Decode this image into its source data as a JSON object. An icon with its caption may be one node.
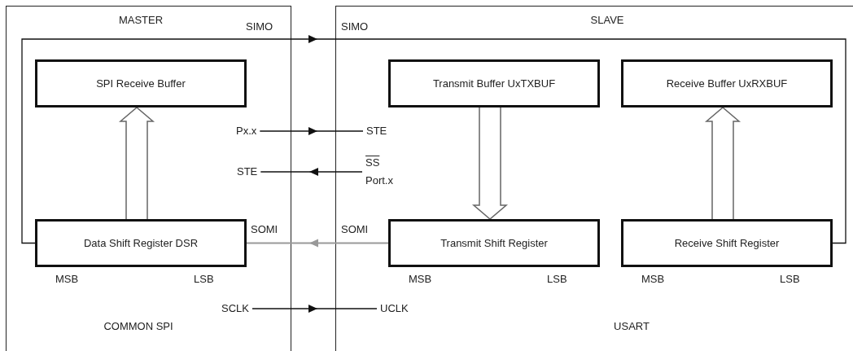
{
  "diagram": {
    "nodes": [
      {
        "text": [
          "MASTER",
          "COMMON SPI"
        ]
      },
      {
        "text": [
          "SLAVE",
          "USART"
        ]
      },
      {
        "text": [
          "SPI Receive Buffer"
        ],
        "in": 0
      },
      {
        "text": [
          "Data Shift Register DSR"
        ],
        "in": 0,
        "beside": [
          "MSB",
          "LSB"
        ]
      },
      {
        "text": [
          "Transmit Buffer UxTXBUF"
        ],
        "in": 1
      },
      {
        "text": [
          "Receive Buffer UxRXBUF"
        ],
        "in": 1
      },
      {
        "text": [
          "Transmit Shift Register"
        ],
        "in": 1,
        "beside": [
          "MSB",
          "LSB"
        ]
      },
      {
        "text": [
          "Receive Shift Register"
        ],
        "in": 1,
        "beside": [
          "MSB",
          "LSB"
        ]
      },
      {
        "text": [
          "Px.x"
        ],
        "in": 0
      },
      {
        "text": [
          "STE"
        ],
        "in": 1
      },
      {
        "text": [
          "STE"
        ],
        "in": 0
      },
      {
        "text": [
          "SS",
          "Port.x"
        ],
        "in": 1
      },
      {
        "text": [
          "SCLK"
        ],
        "in": 0
      },
      {
        "text": [
          "UCLK"
        ],
        "in": 1
      }
    ],
    "edges": [
      {
        "from": 3,
        "to": 7,
        "arrow": "to"
      },
      {
        "from": 8,
        "to": 9,
        "arrow": "to"
      },
      {
        "from": 11,
        "to": 10,
        "arrow": "to"
      },
      {
        "from": 3,
        "to": 2,
        "arrow": "to",
        "style": "thick"
      },
      {
        "from": 4,
        "to": 6,
        "arrow": "to",
        "style": "thick"
      },
      {
        "from": 7,
        "to": 5,
        "arrow": "to",
        "style": "thick"
      },
      {
        "from": 6,
        "to": 3,
        "arrow": "to",
        "color": "#999999"
      },
      {
        "from": 12,
        "to": 13,
        "arrow": "to"
      }
    ],
    "labels": [
      "SIMO",
      "SIMO",
      "SOMI",
      "SOMI"
    ]
  }
}
